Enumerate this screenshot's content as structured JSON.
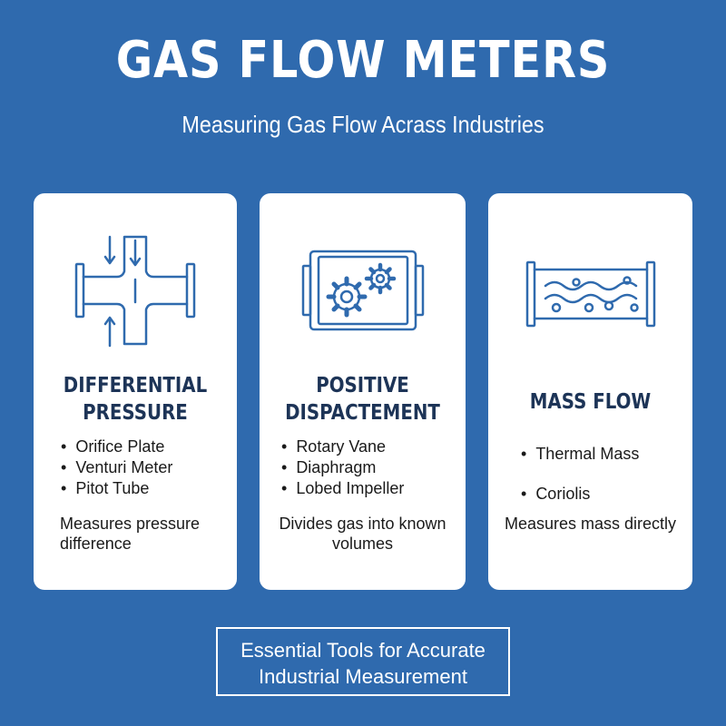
{
  "header": {
    "title": "GAS FLOW METERS",
    "subtitle": "Measuring Gas Flow Acrass Industries"
  },
  "cards": [
    {
      "icon": "differential-pressure-pipe-icon",
      "heading_line1": "DIFFERENTIAL",
      "heading_line2": "PRESSURE",
      "items": [
        "Orifice Plate",
        "Venturi Meter",
        "Pitot Tube"
      ],
      "desc_line1": "Measures pressure",
      "desc_line2": "difference"
    },
    {
      "icon": "gears-housing-icon",
      "heading_line1": "POSITIVE",
      "heading_line2": "DISPACTEMENT",
      "items": [
        "Rotary Vane",
        "Diaphragm",
        "Lobed Impeller"
      ],
      "desc_line1": "Divides gas into known",
      "desc_line2": "volumes"
    },
    {
      "icon": "mass-flow-tube-icon",
      "heading_line1": "MASS FLOW",
      "items": [
        "Thermal Mass",
        "Coriolis"
      ],
      "desc_line1": "Measures mass directly"
    }
  ],
  "footer": {
    "line1": "Essential Tools for Accurate",
    "line2": "Industrial Measurement"
  },
  "colors": {
    "background": "#2f6aae",
    "card": "#ffffff",
    "heading": "#1d3457",
    "icon": "#2f6aae"
  }
}
